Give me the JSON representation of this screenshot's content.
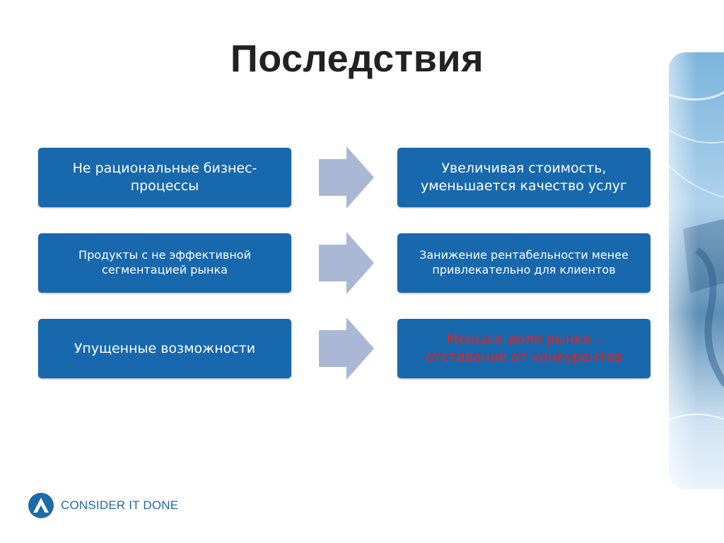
{
  "slide": {
    "title": "Последствия"
  },
  "rows": [
    {
      "cause": "Не рациональные бизнес-процессы",
      "effect": "Увеличивая стоимость, уменьшается качество услуг"
    },
    {
      "cause": "Продукты с не эффективной сегментацией рынка",
      "effect": "Занижение рентабельности менее привлекательно для клиентов"
    },
    {
      "cause": "Упущенные возможности",
      "effect": "Меньше доля рынка – отставание от конкурентов"
    }
  ],
  "logo": {
    "text": "CONSIDER IT DONE"
  },
  "colors": {
    "box": "#1868ad",
    "arrow": "#aab8d6",
    "alert_text": "#e8201e",
    "logo": "#1c6aa6"
  }
}
